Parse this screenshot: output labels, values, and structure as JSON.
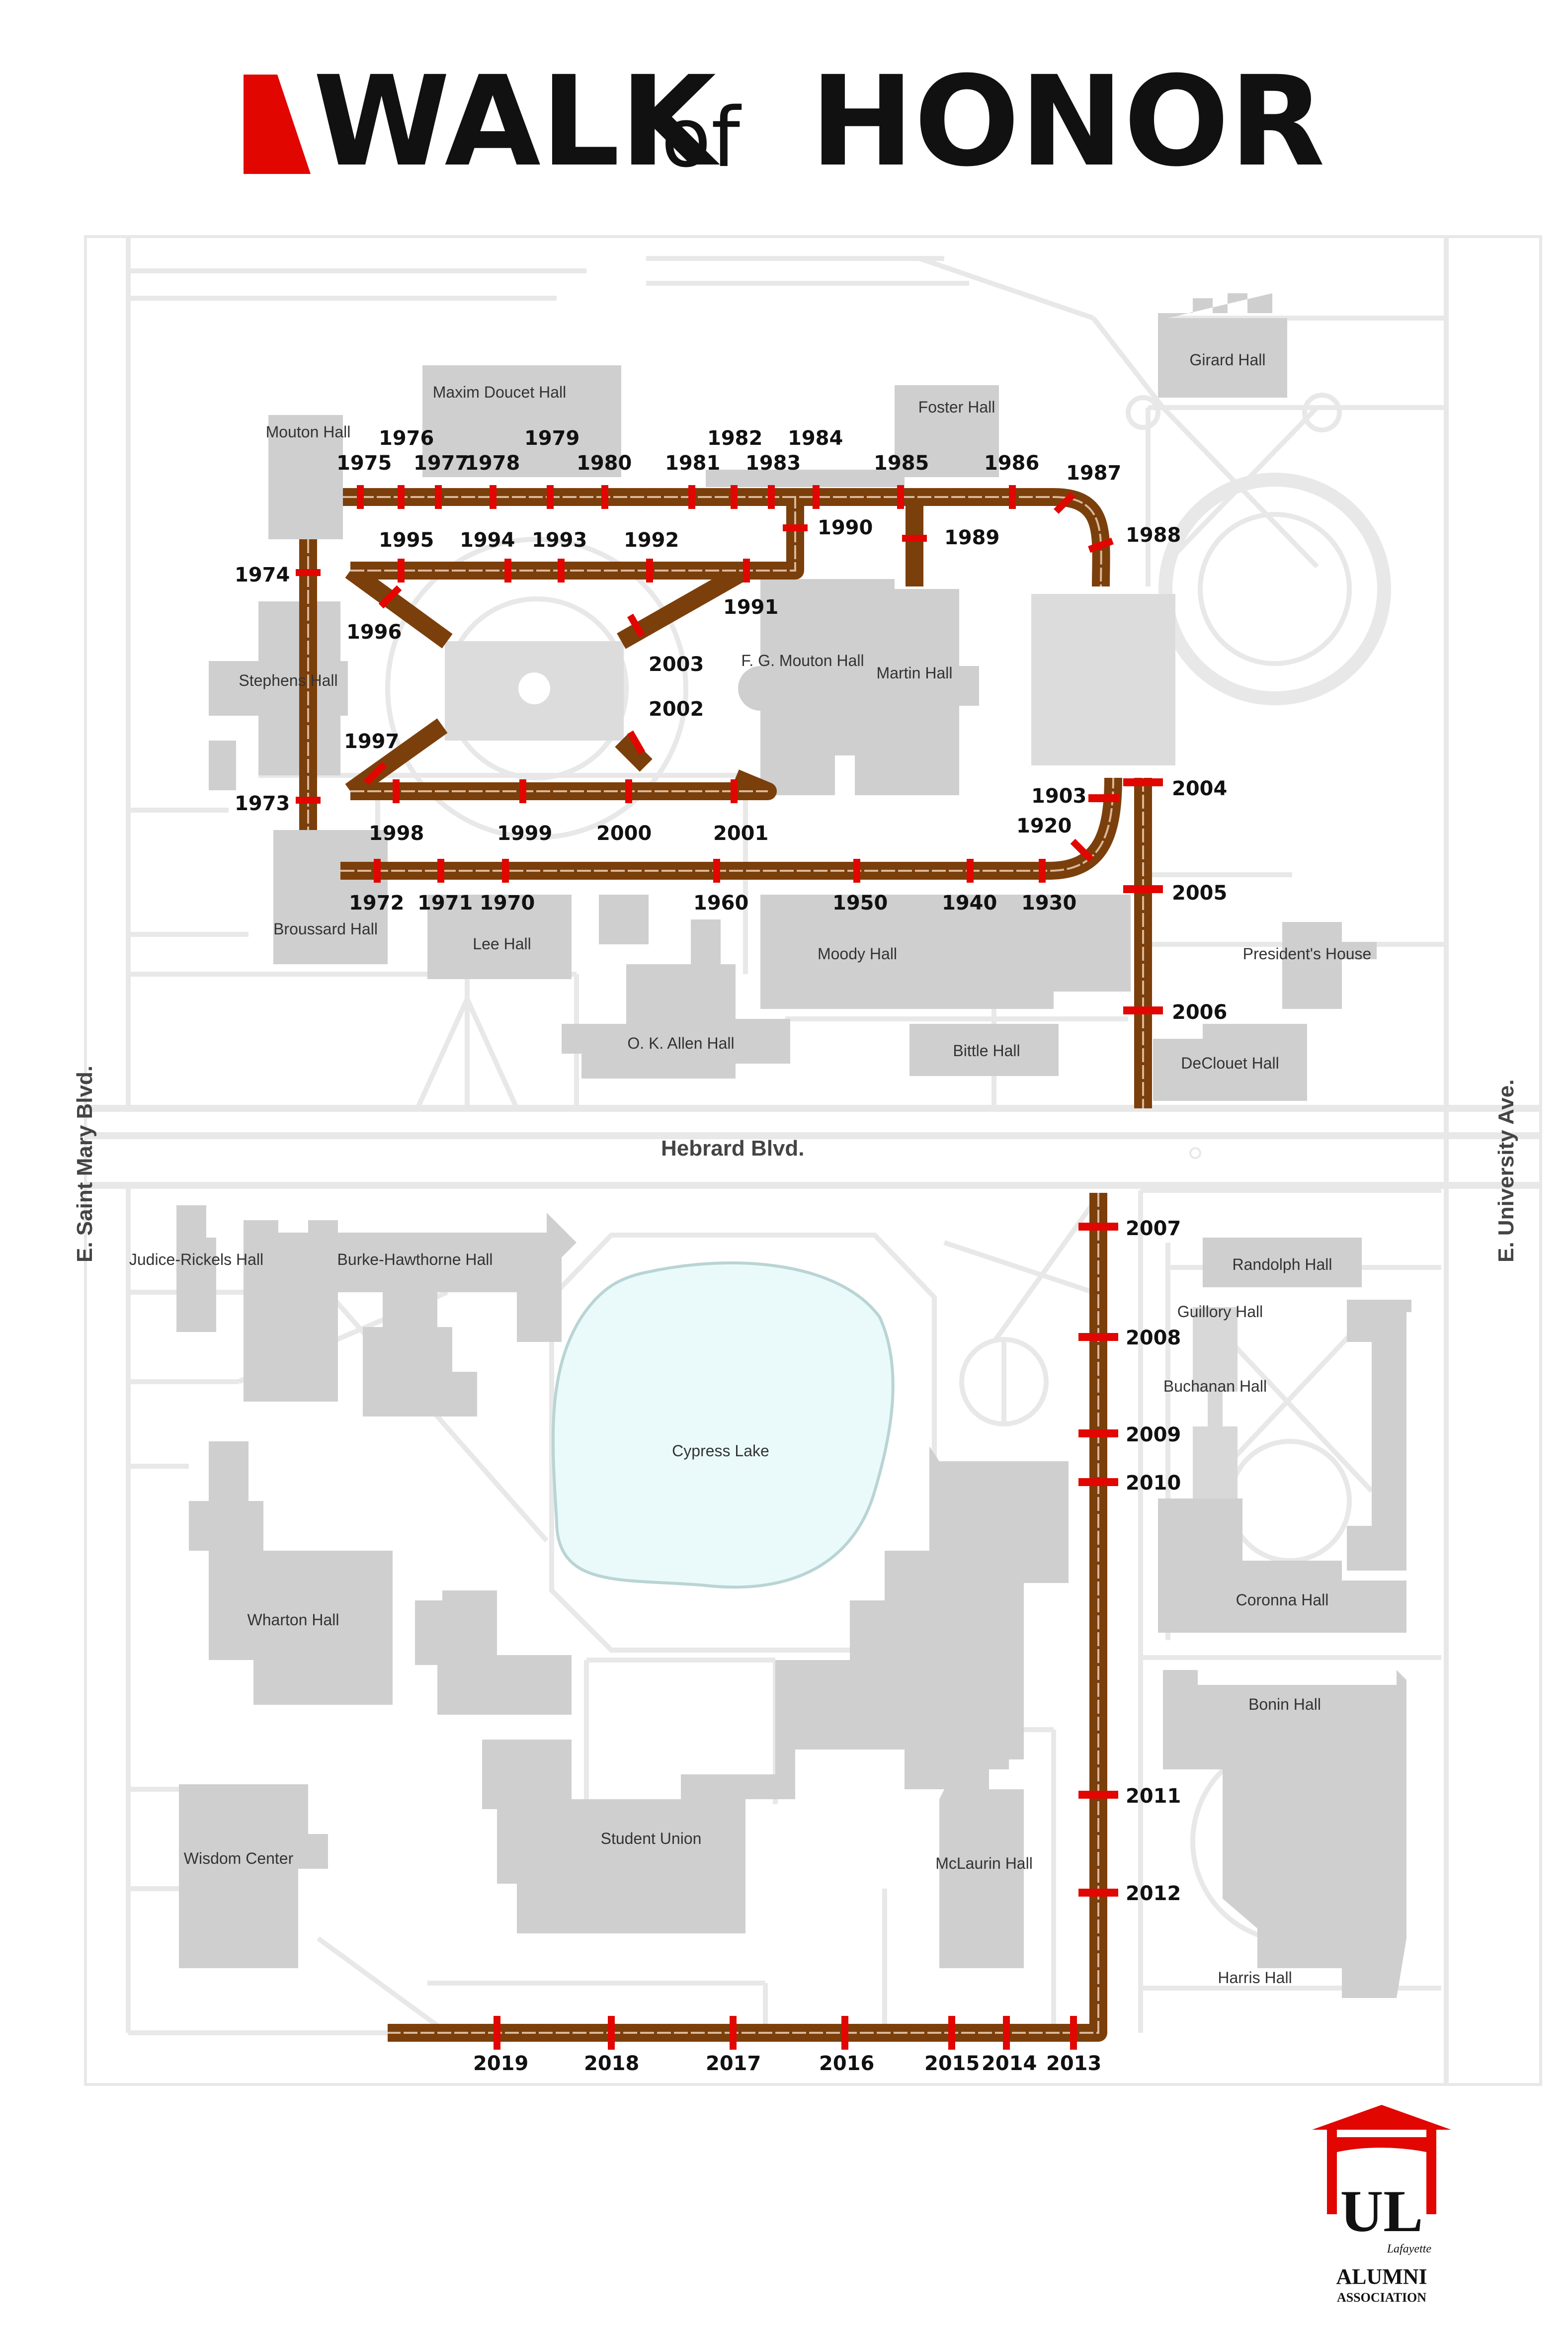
{
  "title": {
    "word1": "WALK",
    "word2": "of",
    "word3": "HONOR",
    "accent_color": "#e10600",
    "text_color": "#111111"
  },
  "colors": {
    "building": "#cfcfcf",
    "path_line": "#e8e8e8",
    "walk": "#7b3f0c",
    "marker": "#e10600",
    "lake": "#eafafa",
    "lake_edge": "#b9d4d4"
  },
  "streets": {
    "left": "E. Saint Mary Blvd.",
    "right": "E. University Ave.",
    "middle": "Hebrard Blvd."
  },
  "buildings": {
    "girard": "Girard Hall",
    "maxim_doucet": "Maxim Doucet Hall",
    "foster": "Foster Hall",
    "mouton": "Mouton Hall",
    "stephens": "Stephens Hall",
    "fg_mouton": "F. G. Mouton Hall",
    "martin": "Martin Hall",
    "broussard": "Broussard Hall",
    "lee": "Lee Hall",
    "moody": "Moody Hall",
    "presidents_house": "President's House",
    "ok_allen": "O. K. Allen Hall",
    "bittle": "Bittle Hall",
    "declouet": "DeClouet Hall",
    "judice_rickels": "Judice-Rickels Hall",
    "burke_hawthorne": "Burke-Hawthorne Hall",
    "cypress_lake": "Cypress Lake",
    "randolph": "Randolph Hall",
    "guillory": "Guillory Hall",
    "buchanan": "Buchanan Hall",
    "coronna": "Coronna Hall",
    "wharton": "Wharton Hall",
    "bonin": "Bonin Hall",
    "wisdom": "Wisdom Center",
    "student_union": "Student Union",
    "mclaurin": "McLaurin Hall",
    "harris": "Harris Hall"
  },
  "years": {
    "y1975": "1975",
    "y1976": "1976",
    "y1977": "1977",
    "y1978": "1978",
    "y1979": "1979",
    "y1980": "1980",
    "y1981": "1981",
    "y1982": "1982",
    "y1983": "1983",
    "y1984": "1984",
    "y1985": "1985",
    "y1986": "1986",
    "y1987": "1987",
    "y1988": "1988",
    "y1989": "1989",
    "y1990": "1990",
    "y1974": "1974",
    "y1995": "1995",
    "y1994": "1994",
    "y1993": "1993",
    "y1992": "1992",
    "y1991": "1991",
    "y1996": "1996",
    "y2003": "2003",
    "y2002": "2002",
    "y1997": "1997",
    "y1973": "1973",
    "y1998": "1998",
    "y1999": "1999",
    "y2000": "2000",
    "y2001": "2001",
    "y1903": "1903",
    "y1920": "1920",
    "y2004": "2004",
    "y1972": "1972",
    "y1971": "1971",
    "y1970": "1970",
    "y1960": "1960",
    "y1950": "1950",
    "y1940": "1940",
    "y1930": "1930",
    "y2005": "2005",
    "y2006": "2006",
    "y2007": "2007",
    "y2008": "2008",
    "y2009": "2009",
    "y2010": "2010",
    "y2011": "2011",
    "y2012": "2012",
    "y2019": "2019",
    "y2018": "2018",
    "y2017": "2017",
    "y2016": "2016",
    "y2015": "2015",
    "y2014": "2014",
    "y2013": "2013"
  },
  "logo": {
    "monogram": "UL",
    "sub": "Lafayette",
    "line1": "ALUMNI",
    "line2": "ASSOCIATION",
    "color": "#e10600"
  }
}
